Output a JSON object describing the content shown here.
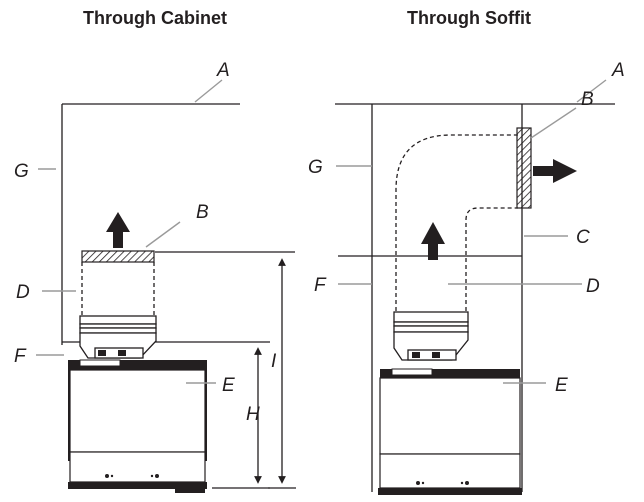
{
  "titles": {
    "left": "Through Cabinet",
    "right": "Through Soffit"
  },
  "labels": {
    "left": {
      "A": "A",
      "B": "B",
      "D": "D",
      "F": "F",
      "G": "G",
      "E": "E",
      "H": "H",
      "I": "I"
    },
    "right": {
      "A": "A",
      "B": "B",
      "C": "C",
      "D": "D",
      "E": "E",
      "F": "F",
      "G": "G"
    }
  },
  "colors": {
    "line": "#231f20",
    "leader": "#9a9a9a",
    "hood_dark": "#231f20"
  }
}
